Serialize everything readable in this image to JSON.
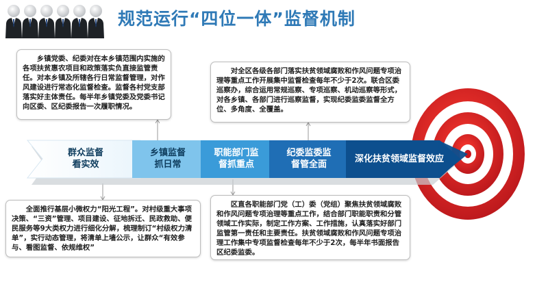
{
  "title": "规范运行“四位一体”监督机制",
  "arrow_segments": [
    {
      "label": "群众监督\n看实效",
      "color": "#ffffff"
    },
    {
      "label": "乡镇监督\n抓日常",
      "color": "#7fc4ec"
    },
    {
      "label": "职能部门监\n督抓重点",
      "color": "#3a9bd9"
    },
    {
      "label": "纪委监委监\n督管全面",
      "color": "#1f6eb5"
    },
    {
      "label": "深化扶贫领域监督效应",
      "color": "#0d4f8e"
    }
  ],
  "notes": {
    "top_left": "乡镇党委、纪委对在本乡镇范围内实施的各项扶贫惠农项目和政策落实负直接监管责任。对本乡镇及所辖各行日常监督管理，对作风建设进行常态化监督检查。监督各村党支部落实好主体责任。每半年乡镇党委及党委书记向区委、区纪委报告一次履职情况。",
    "top_right": "对全区各级各部门落实扶贫领域腐败和作风问题专项治理等重点工作开展集中监督检查每年不少于2次。联合区委巡察办，综合运用常规巡察、专项巡察、机动巡察等形式，对各乡镇、各部门进行巡察监督，实现纪委监委监督全方位、多角度、全覆盖。",
    "bottom_left": "全面推行基层小微权力“阳光工程”。对村级重大事项决策、“三资”管理、项目建设、征地拆迁、民政救助、便民服务等9大类权力进行细化分解，梳理制订“村级权力清单”，实行动态管理，将清单上墙公示，让群众“有效参与、看图监督、依规维权”",
    "bottom_right": "区直各职能部门党（工）委（党组）聚焦扶贫领域腐败和作风问题专项治理等重点工作，结合部门职能职责和分管领域工作实际，制定工作方案、工作措施，认真落实好部门监管第一责任和主要责任。扶贫领域腐败和作风问题专项治理工作集中专项监督检查每年不少于2次，每半年书面报告区纪委监委。"
  },
  "colors": {
    "title": "#2e79b6",
    "target_red": "#d42027",
    "arrow_shadow": "#c9ced3"
  },
  "icons": {
    "people": "business-people-icon",
    "target": "bullseye-target-icon"
  }
}
